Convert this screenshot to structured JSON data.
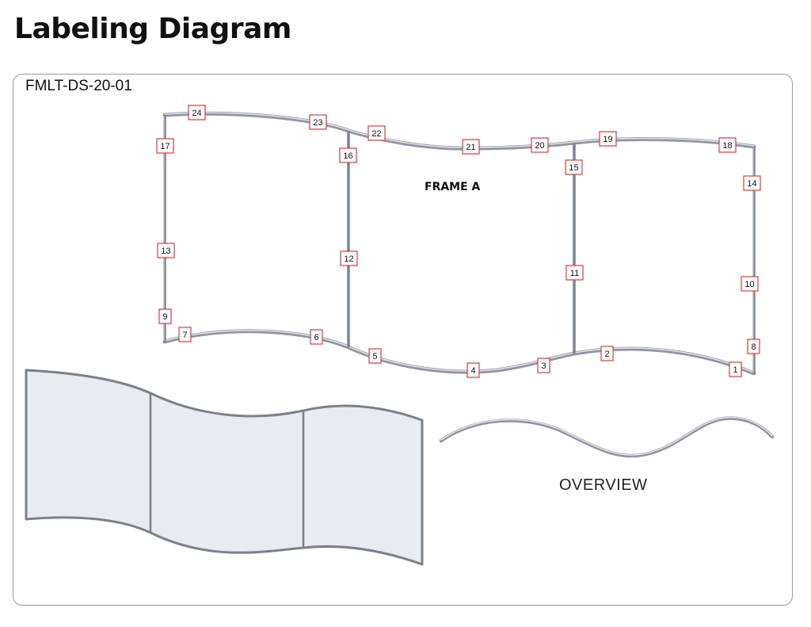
{
  "page": {
    "title": "Labeling Diagram"
  },
  "diagram": {
    "model_code": "FMLT-DS-20-01",
    "frame_label": "FRAME A",
    "overview_label": "OVERVIEW",
    "part_labels": [
      "1",
      "2",
      "3",
      "4",
      "5",
      "6",
      "7",
      "8",
      "9",
      "10",
      "11",
      "12",
      "13",
      "14",
      "15",
      "16",
      "17",
      "18",
      "19",
      "20",
      "21",
      "22",
      "23",
      "24"
    ]
  },
  "colors": {
    "tag_border": "#e5393b",
    "tube": "#8f96a2",
    "fabric": "#e8ebef",
    "panel_border": "#9a9a9a"
  }
}
